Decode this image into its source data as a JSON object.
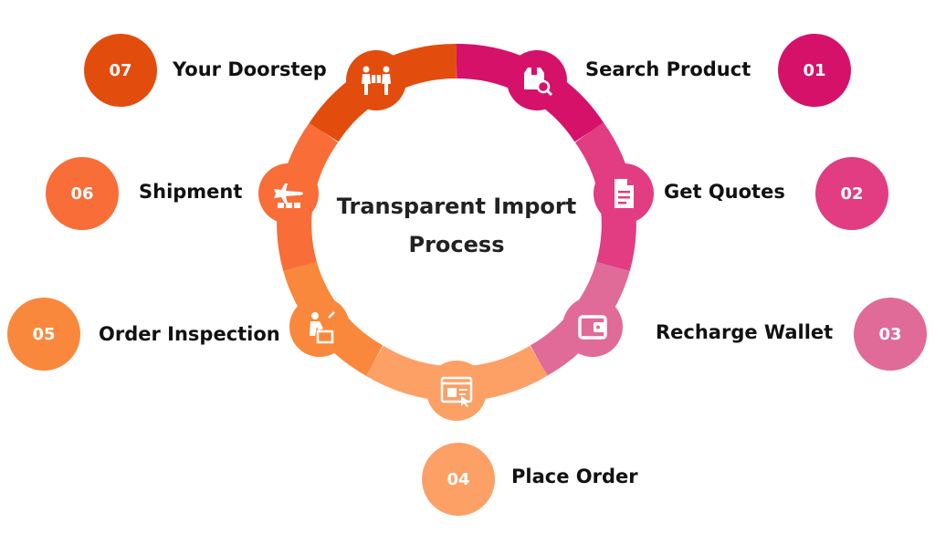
{
  "center_title": {
    "line1": "Transparent Import",
    "line2": "Process"
  },
  "steps": [
    {
      "number": "01",
      "label": "Search Product",
      "color": "#D6116A",
      "icon": "package-search-icon"
    },
    {
      "number": "02",
      "label": "Get Quotes",
      "color": "#E23C83",
      "icon": "document-icon"
    },
    {
      "number": "03",
      "label": "Recharge Wallet",
      "color": "#E06A98",
      "icon": "wallet-icon"
    },
    {
      "number": "04",
      "label": "Place Order",
      "color": "#FCA066",
      "icon": "online-shop-icon"
    },
    {
      "number": "05",
      "label": "Order Inspection",
      "color": "#F9883C",
      "icon": "inspector-icon"
    },
    {
      "number": "06",
      "label": "Shipment",
      "color": "#F86D38",
      "icon": "airplane-icon"
    },
    {
      "number": "07",
      "label": "Your Doorstep",
      "color": "#E24D0E",
      "icon": "delivery-handover-icon"
    }
  ]
}
